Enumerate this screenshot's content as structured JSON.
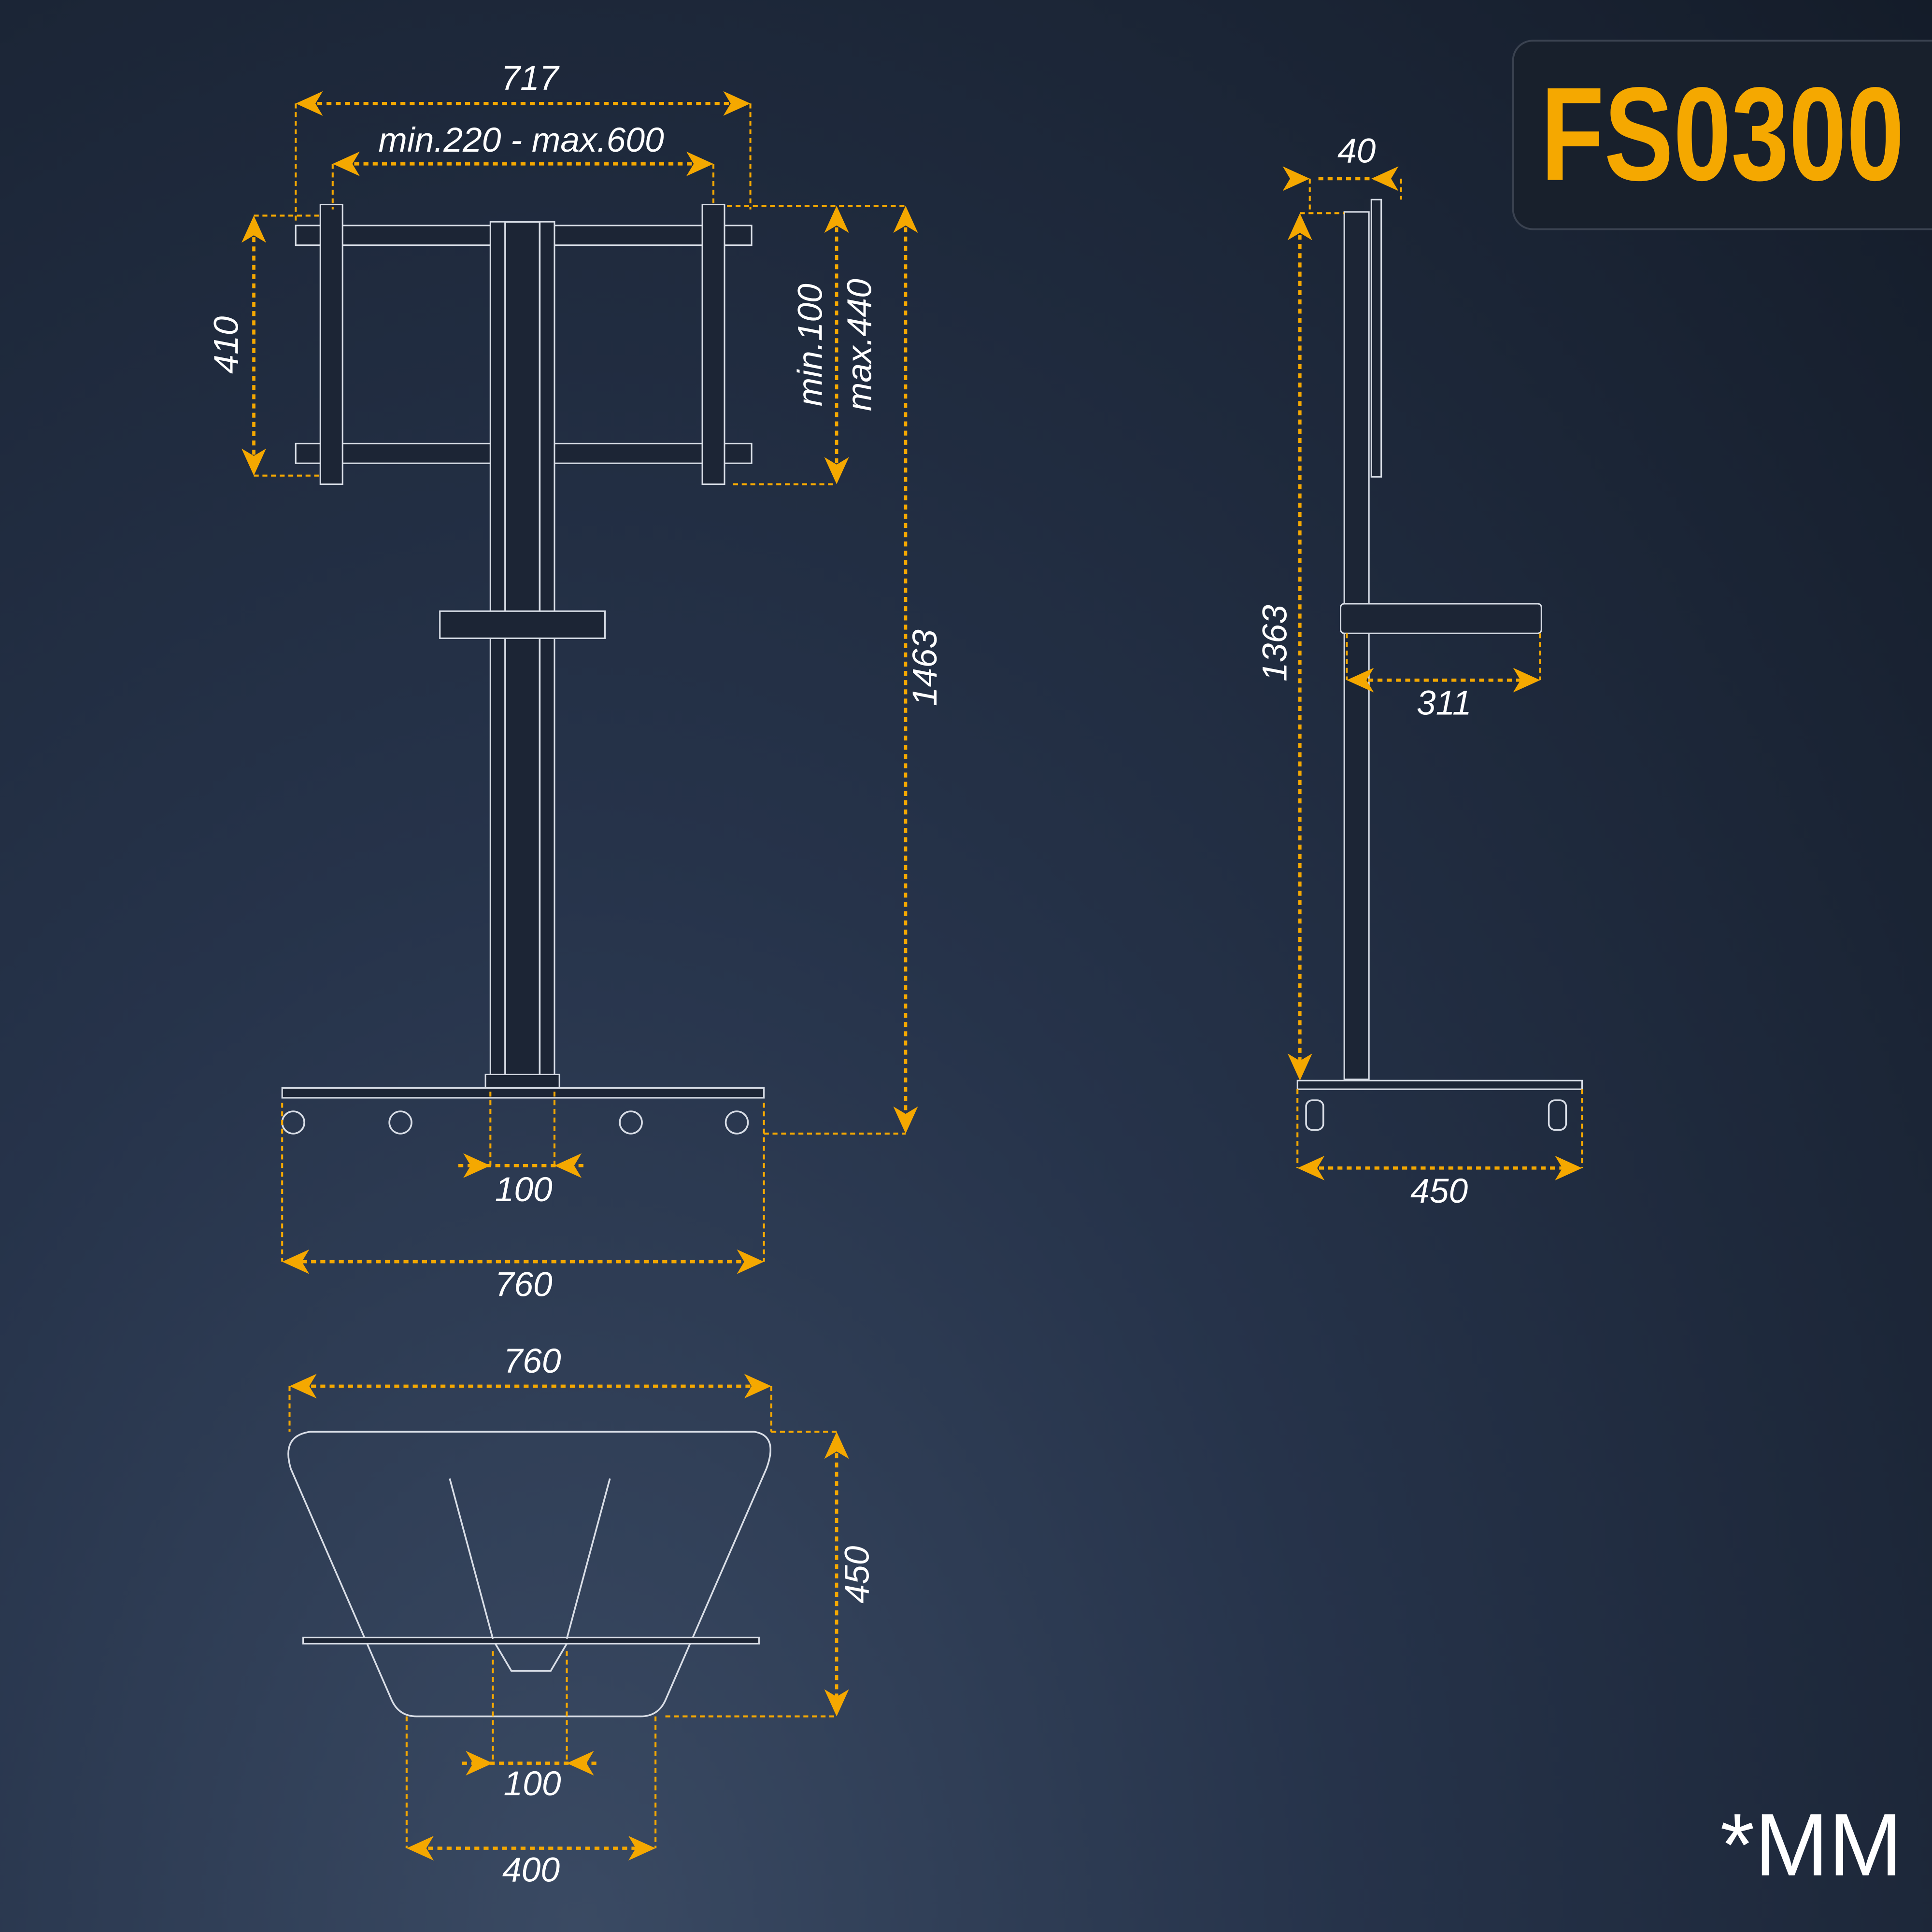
{
  "model": "FS0300",
  "unit_note": "*MM",
  "colors": {
    "accent": "#f5a800",
    "background": "#1c2637",
    "lines": "#d8dde6"
  },
  "front_view": {
    "overall_width": "717",
    "vesa_width_range": "min.220 - max.600",
    "bracket_height": "410",
    "vesa_height_min": "min.100",
    "vesa_height_max": "max.440",
    "total_height": "1463",
    "column_width": "100",
    "base_width": "760"
  },
  "side_view": {
    "column_depth": "40",
    "height": "1363",
    "shelf_depth": "311",
    "base_depth": "450"
  },
  "top_view": {
    "width": "760",
    "depth": "450",
    "column_width": "100",
    "rear_width": "400"
  }
}
